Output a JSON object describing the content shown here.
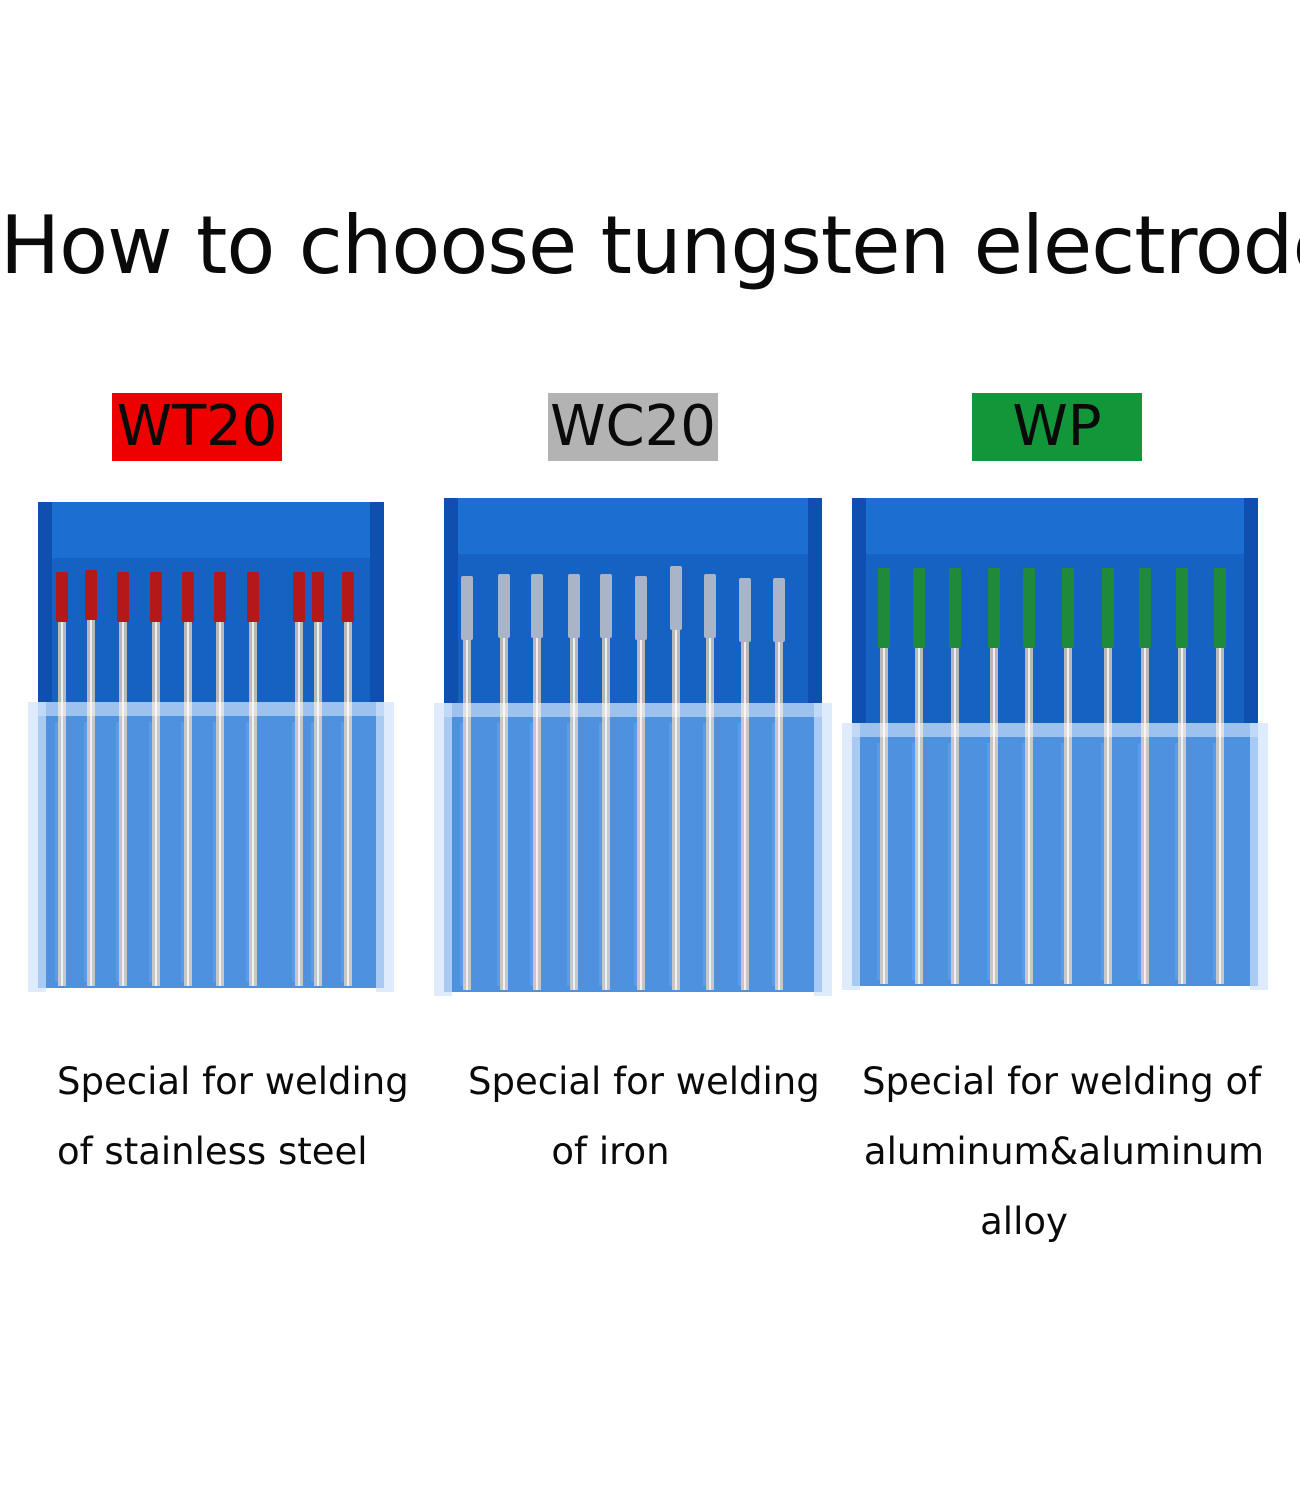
{
  "title": "How to choose tungsten electrode",
  "products": [
    {
      "code": "WT20",
      "badge_color": "#ee0000",
      "tip_color": "#b41818",
      "description_lines": [
        "Special for welding",
        "of stainless steel"
      ]
    },
    {
      "code": "WC20",
      "badge_color": "#b3b3b3",
      "tip_color": "#a9b4c7",
      "description_lines": [
        "Special for welding",
        "of iron"
      ]
    },
    {
      "code": "WP",
      "badge_color": "#11963a",
      "tip_color": "#1f8a3a",
      "description_lines": [
        "Special for welding of",
        "aluminum&aluminum",
        "alloy"
      ]
    }
  ],
  "colors": {
    "box_blue": "#1d73d6",
    "box_blue_dark": "#0f4fb0",
    "rod_silver": "#b8b8b8"
  }
}
